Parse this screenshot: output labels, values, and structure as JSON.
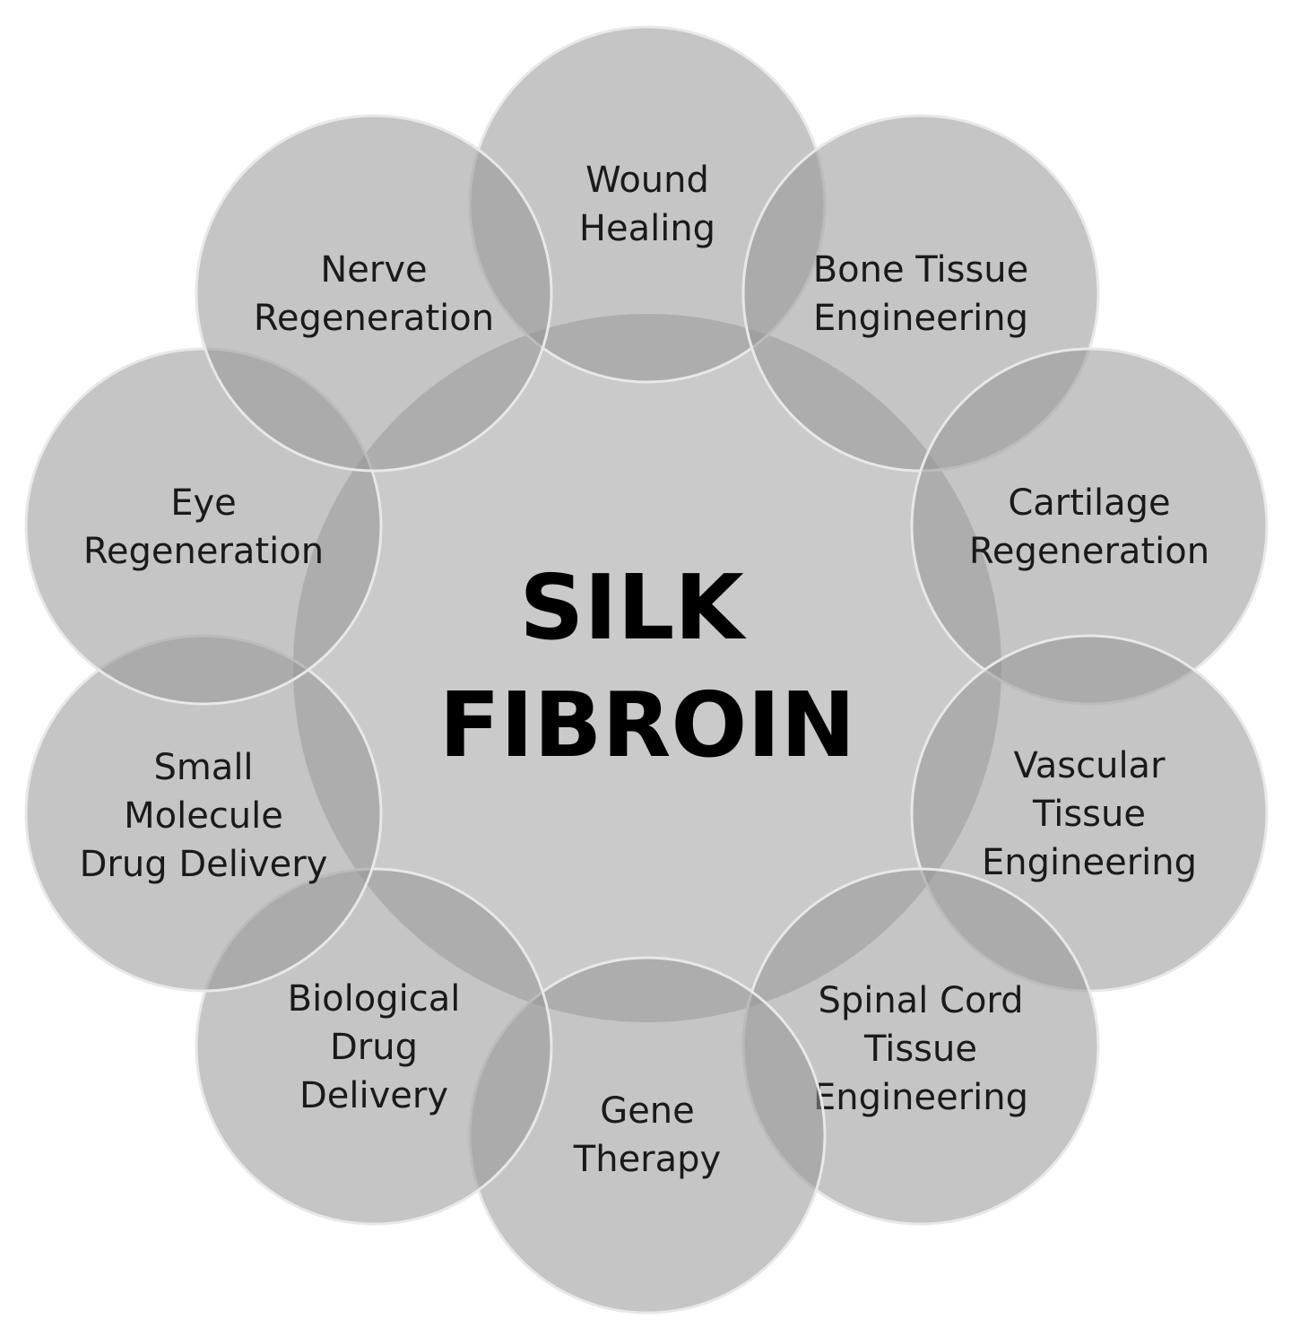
{
  "center": {
    "lines": [
      "SILK",
      "FIBROIN"
    ]
  },
  "nodes": [
    {
      "id": "wound-healing",
      "lines": [
        "Wound",
        "Healing"
      ]
    },
    {
      "id": "bone-tissue-engineering",
      "lines": [
        "Bone Tissue",
        "Engineering"
      ]
    },
    {
      "id": "cartilage-regeneration",
      "lines": [
        "Cartilage",
        "Regeneration"
      ]
    },
    {
      "id": "vascular-tissue-engineering",
      "lines": [
        "Vascular",
        "Tissue",
        "Engineering"
      ]
    },
    {
      "id": "spinal-cord-tissue-engineering",
      "lines": [
        "Spinal Cord",
        "Tissue",
        "Engineering"
      ]
    },
    {
      "id": "gene-therapy",
      "lines": [
        "Gene",
        "Therapy"
      ]
    },
    {
      "id": "biological-drug-delivery",
      "lines": [
        "Biological",
        "Drug",
        "Delivery"
      ]
    },
    {
      "id": "small-molecule-drug-delivery",
      "lines": [
        "Small",
        "Molecule",
        "Drug Delivery"
      ]
    },
    {
      "id": "eye-regeneration",
      "lines": [
        "Eye",
        "Regeneration"
      ]
    },
    {
      "id": "nerve-regeneration",
      "lines": [
        "Nerve",
        "Regeneration"
      ]
    }
  ]
}
